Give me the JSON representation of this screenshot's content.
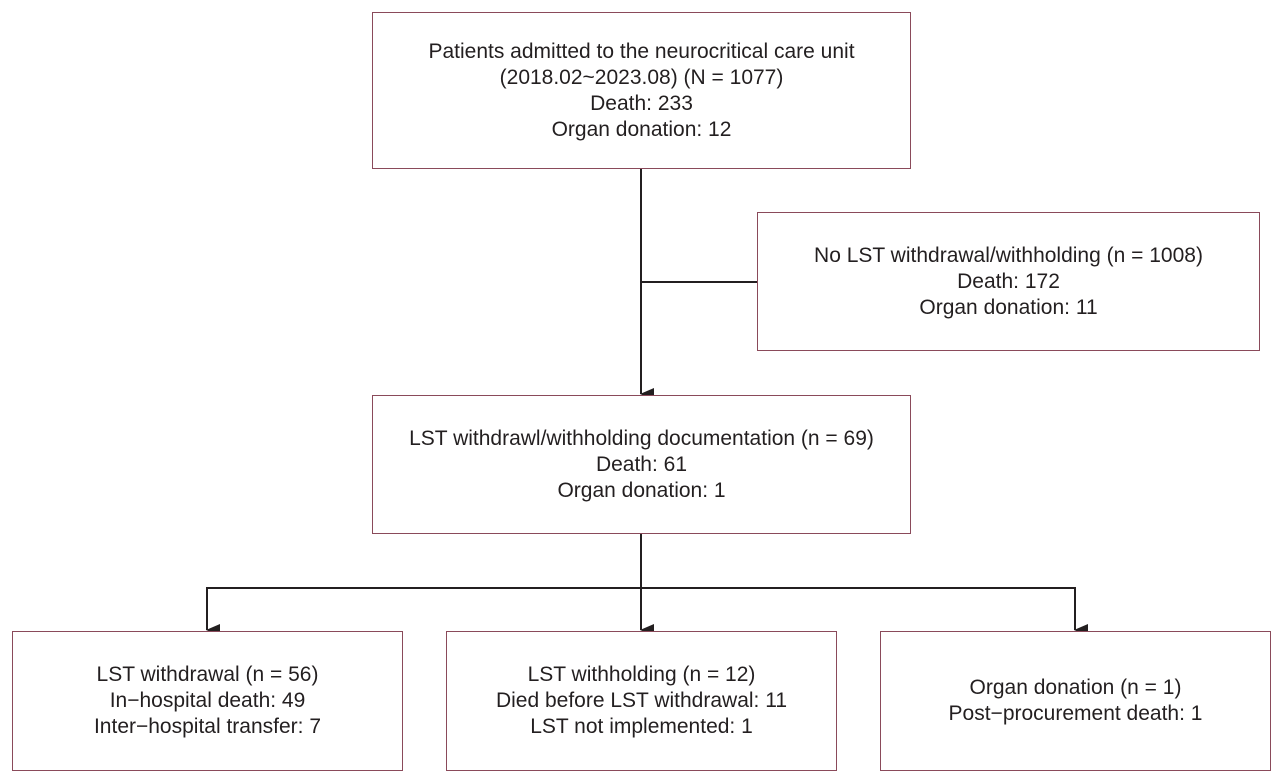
{
  "colors": {
    "box_border": "#8a4a5a",
    "connector": "#231f20",
    "text": "#231f20"
  },
  "nodes": {
    "admitted": {
      "line1": "Patients admitted to the neurocritical care unit",
      "line2": "(2018.02~2023.08) (N = 1077)",
      "line3": "Death: 233",
      "line4": "Organ donation: 12"
    },
    "no_lst": {
      "line1": "No LST withdrawal/withholding (n = 1008)",
      "line2": "Death: 172",
      "line3": "Organ donation: 11"
    },
    "lst_documentation": {
      "line1": "LST withdrawl/withholding documentation (n = 69)",
      "line2": "Death: 61",
      "line3": "Organ donation: 1"
    },
    "lst_withdrawal": {
      "line1": "LST withdrawal (n = 56)",
      "line2": "In−hospital death: 49",
      "line3": "Inter−hospital transfer: 7"
    },
    "lst_withholding": {
      "line1": "LST withholding (n = 12)",
      "line2": "Died before LST withdrawal: 11",
      "line3": "LST not implemented: 1"
    },
    "organ_donation": {
      "line1": "Organ donation (n = 1)",
      "line2": "Post−procurement death: 1"
    }
  }
}
